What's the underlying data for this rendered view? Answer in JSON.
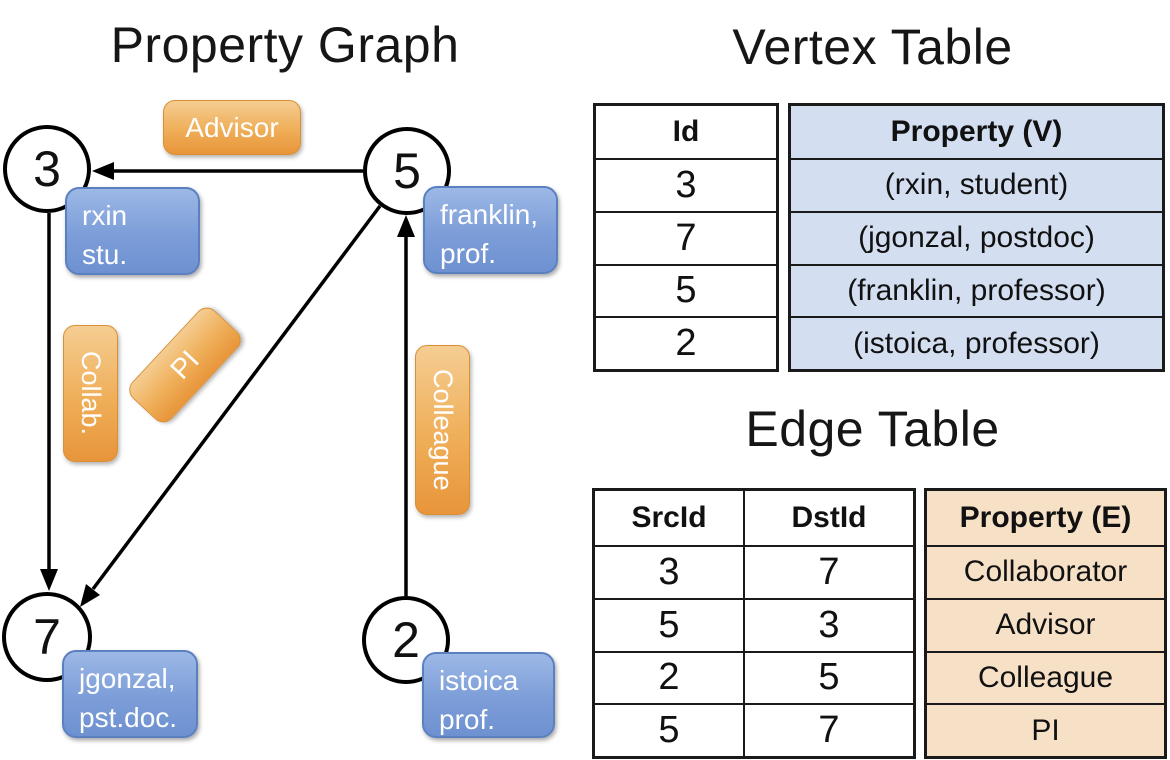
{
  "graph": {
    "title": "Property Graph",
    "vertices": [
      {
        "id": "3",
        "prop1": "rxin",
        "prop2": "stu."
      },
      {
        "id": "5",
        "prop1": "franklin,",
        "prop2": "prof."
      },
      {
        "id": "7",
        "prop1": "jgonzal,",
        "prop2": "pst.doc."
      },
      {
        "id": "2",
        "prop1": "istoica",
        "prop2": "prof."
      }
    ],
    "edge_labels": [
      {
        "label": "Advisor"
      },
      {
        "label": "Collab."
      },
      {
        "label": "PI"
      },
      {
        "label": "Colleague"
      }
    ],
    "edges": [
      {
        "src": "5",
        "dst": "3",
        "label": "Advisor"
      },
      {
        "src": "3",
        "dst": "7",
        "label": "Collab."
      },
      {
        "src": "5",
        "dst": "7",
        "label": "PI"
      },
      {
        "src": "2",
        "dst": "5",
        "label": "Colleague"
      }
    ]
  },
  "vertex_table": {
    "title": "Vertex Table",
    "headers": {
      "id": "Id",
      "property": "Property (V)"
    },
    "rows": [
      {
        "id": "3",
        "property": "(rxin, student)"
      },
      {
        "id": "7",
        "property": "(jgonzal, postdoc)"
      },
      {
        "id": "5",
        "property": "(franklin, professor)"
      },
      {
        "id": "2",
        "property": "(istoica, professor)"
      }
    ]
  },
  "edge_table": {
    "title": "Edge Table",
    "headers": {
      "src": "SrcId",
      "dst": "DstId",
      "property": "Property (E)"
    },
    "rows": [
      {
        "src": "3",
        "dst": "7",
        "property": "Collaborator"
      },
      {
        "src": "5",
        "dst": "3",
        "property": "Advisor"
      },
      {
        "src": "2",
        "dst": "5",
        "property": "Colleague"
      },
      {
        "src": "5",
        "dst": "7",
        "property": "PI"
      }
    ]
  },
  "colors": {
    "vertex_box": "#7c9dd8",
    "vertex_box_border": "#5b80c0",
    "edge_box": "#efae58",
    "edge_box_border": "#d98f33",
    "vertex_table_fill": "#d3def1",
    "edge_table_fill": "#f6e1c7",
    "line": "#000000"
  }
}
